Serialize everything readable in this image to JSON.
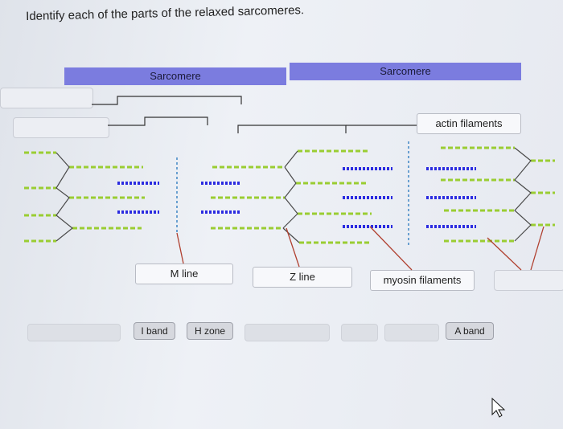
{
  "question": "Identify each of the parts of the relaxed sarcomeres.",
  "headers": [
    "Sarcomere",
    "Sarcomere"
  ],
  "labels": {
    "actin": "actin filaments",
    "m_line": "M line",
    "z_line": "Z line",
    "myosin": "myosin filaments"
  },
  "word_bank": {
    "i_band": "I band",
    "h_zone": "H zone",
    "a_band": "A band"
  },
  "colors": {
    "header_bar": "#7b7cdf",
    "actin": "#9acd32",
    "myosin": "#2b2be0",
    "leader_lines": "#b04030"
  }
}
